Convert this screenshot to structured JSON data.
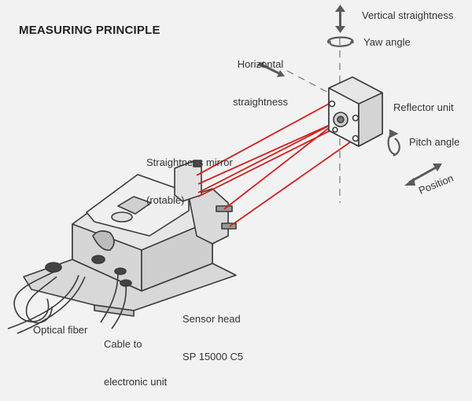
{
  "title": "MEASURING PRINCIPLE",
  "labels": {
    "vertical_straightness": "Vertical straightness",
    "yaw_angle": "Yaw angle",
    "horizontal_straightness_line1": "Horizontal",
    "horizontal_straightness_line2": "straightness",
    "reflector_unit": "Reflector unit",
    "straightness_mirror_line1": "Straightness mirror",
    "straightness_mirror_line2": "(rotable)",
    "pitch_angle": "Pitch angle",
    "position": "Position",
    "sensor_head_line1": "Sensor head",
    "sensor_head_line2": "SP 15000 C5",
    "optical_fiber": "Optical fiber",
    "cable_line1": "Cable to",
    "cable_line2": "electronic unit"
  },
  "icons": [
    "vertical-arrow-icon",
    "yaw-rotation-icon",
    "horizontal-arrow-icon",
    "pitch-rotation-icon",
    "position-arrow-icon"
  ],
  "colors": {
    "laser": "#d0201c",
    "outline": "#3a3a3a",
    "body": "#e4e4e4",
    "background": "#f2f2f2"
  }
}
